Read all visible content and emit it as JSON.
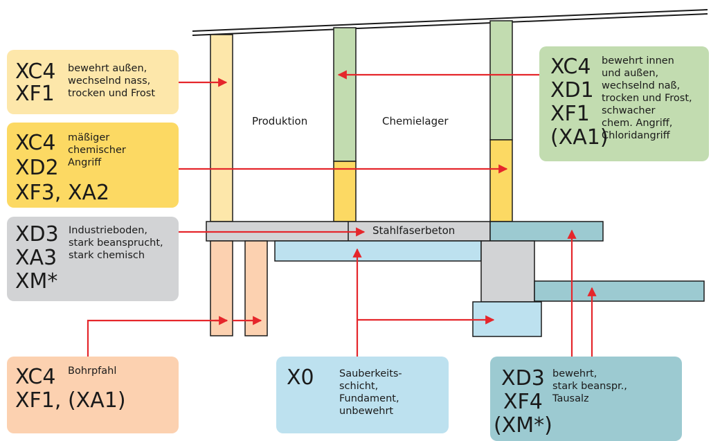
{
  "colors": {
    "light_yellow": "#fde7aa",
    "yellow": "#fcd963",
    "green": "#c2dcb0",
    "gray": "#d2d3d5",
    "orange": "#fcd1b0",
    "light_blue": "#bde1ef",
    "teal": "#9ccad1",
    "arrow": "#e5262b",
    "outline": "#1a1a1a"
  },
  "rooms": {
    "production": "Produktion",
    "chemical_storage": "Chemielager"
  },
  "slab_label": "Stahlfaserbeton",
  "boxes": {
    "outer_wall": {
      "codes": "XC4\nXF1",
      "text": "bewehrt außen,\nwechselnd nass,\ntrocken und Frost"
    },
    "chemical": {
      "codes": "XC4\nXD2\nXF3, XA2",
      "text": "mäßiger\nchemischer\nAngriff"
    },
    "floor": {
      "codes": "XD3\nXA3\nXM*",
      "text": "Industrieboden,\nstark beansprucht,\nstark chemisch"
    },
    "pile": {
      "codes": "XC4\nXF1, (XA1)",
      "text": "Bohrpfahl"
    },
    "foundation": {
      "codes": "X0",
      "text": "Sauberkeits-\nschicht,\nFundament,\nunbewehrt"
    },
    "outdoor": {
      "codes": "XD3\nXF4\n(XM*)",
      "text": "bewehrt,\nstark beanspr.,\nTausalz"
    },
    "wall_inside_outside": {
      "codes": "XC4\nXD1\nXF1\n(XA1)",
      "text": "bewehrt innen\nund außen,\nwechselnd naß,\ntrocken und Frost,\nschwacher\nchem. Angriff,\nChloridangriff"
    }
  }
}
